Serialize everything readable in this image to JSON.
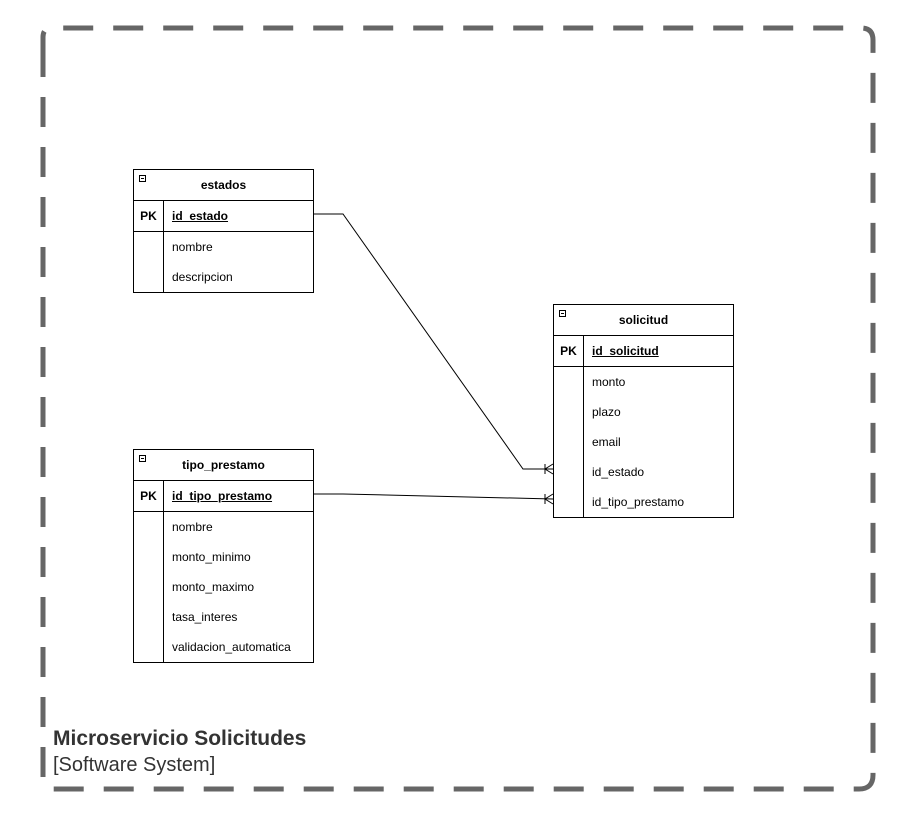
{
  "colors": {
    "boundary": "#666666",
    "line": "#000000",
    "label": "#333333"
  },
  "system": {
    "name": "Microservicio Solicitudes",
    "type": "[Software System]"
  },
  "entities": {
    "estados": {
      "title": "estados",
      "pk_label": "PK",
      "pk": "id_estado",
      "fields": [
        "nombre",
        "descripcion"
      ]
    },
    "tipo_prestamo": {
      "title": "tipo_prestamo",
      "pk_label": "PK",
      "pk": "id_tipo_prestamo",
      "fields": [
        "nombre",
        "monto_minimo",
        "monto_maximo",
        "tasa_interes",
        "validacion_automatica"
      ]
    },
    "solicitud": {
      "title": "solicitud",
      "pk_label": "PK",
      "pk": "id_solicitud",
      "fields": [
        "monto",
        "plazo",
        "email",
        "id_estado",
        "id_tipo_prestamo"
      ]
    }
  },
  "relationships": [
    {
      "from": "estados.id_estado",
      "to": "solicitud.id_estado",
      "cardinality": "one-to-many"
    },
    {
      "from": "tipo_prestamo.id_tipo_prestamo",
      "to": "solicitud.id_tipo_prestamo",
      "cardinality": "one-to-many"
    }
  ]
}
